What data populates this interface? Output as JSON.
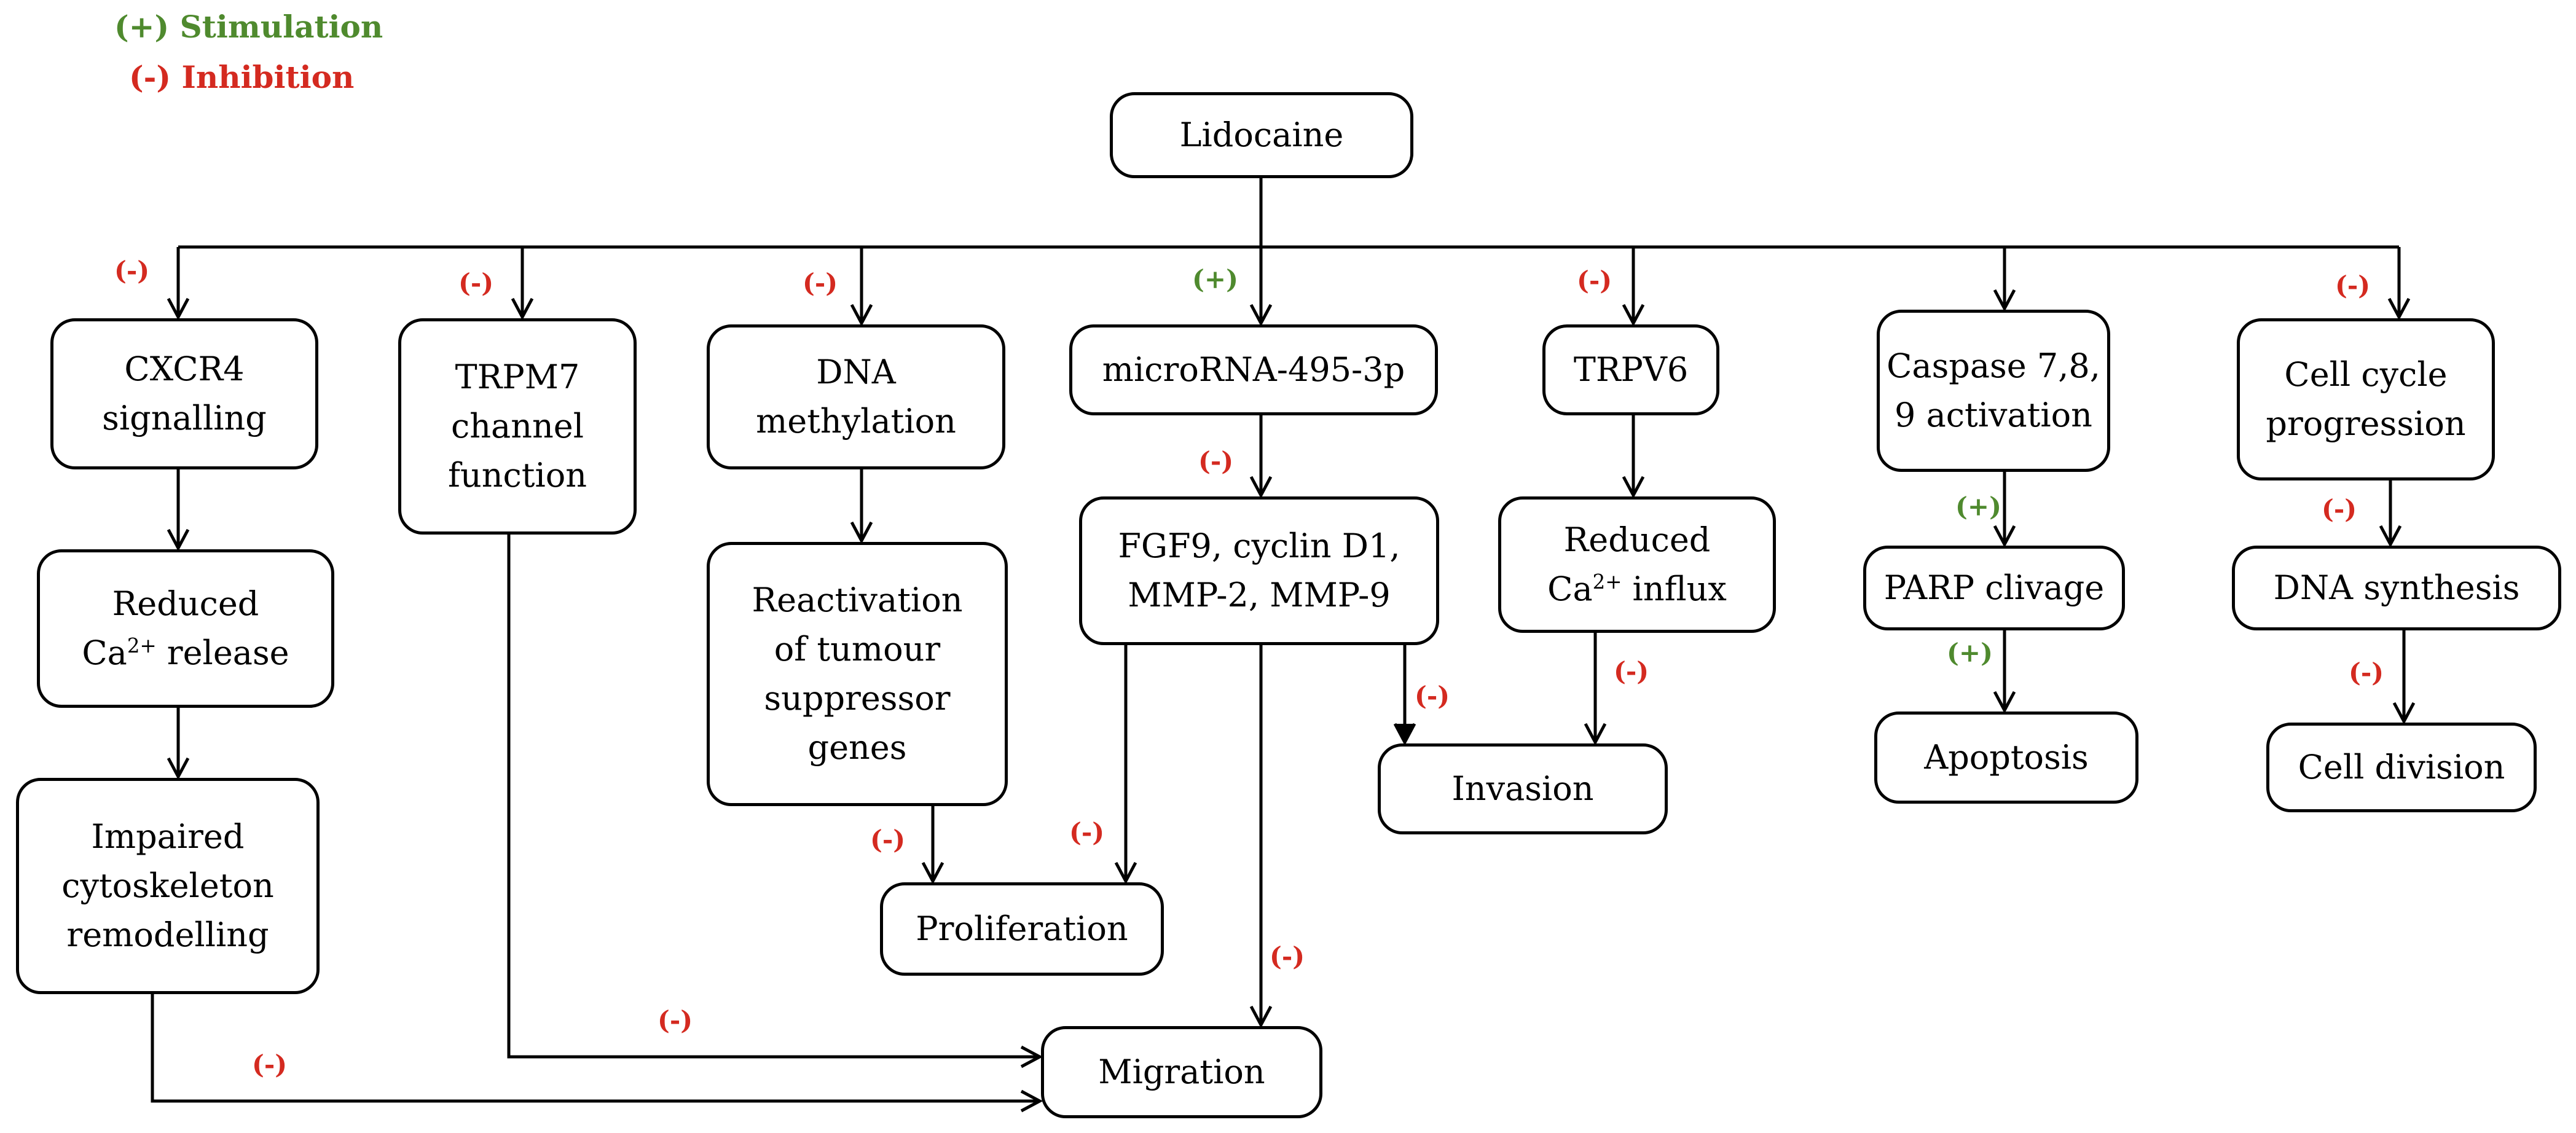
{
  "legend": {
    "stimulation": "(+) Stimulation",
    "inhibition": "(-) Inhibition"
  },
  "colors": {
    "stimulation": "#4f8a2e",
    "inhibition": "#d42a20",
    "line": "#000000"
  },
  "nodes": {
    "lidocaine": [
      "Lidocaine"
    ],
    "cxcr4": [
      "CXCR4",
      "signalling"
    ],
    "reduced_ca_release": [
      "Reduced",
      "Ca|2+| release"
    ],
    "impaired_cytoskeleton": [
      "Impaired",
      "cytoskeleton",
      "remodelling"
    ],
    "trpm7": [
      "TRPM7",
      "channel",
      "function"
    ],
    "dna_methylation": [
      "DNA",
      "methylation"
    ],
    "reactivation": [
      "Reactivation",
      "of tumour",
      "suppressor",
      "genes"
    ],
    "proliferation": [
      "Proliferation"
    ],
    "microrna": [
      "microRNA-495-3p"
    ],
    "fgf9": [
      "FGF9, cyclin D1,",
      "MMP-2, MMP-9"
    ],
    "migration": [
      "Migration"
    ],
    "trpv6": [
      "TRPV6"
    ],
    "reduced_ca_influx": [
      "Reduced",
      "Ca|2+| influx"
    ],
    "invasion": [
      "Invasion"
    ],
    "caspase": [
      "Caspase 7,8,",
      "9 activation"
    ],
    "parp": [
      "PARP clivage"
    ],
    "apoptosis": [
      "Apoptosis"
    ],
    "cell_cycle": [
      "Cell cycle",
      "progression"
    ],
    "dna_synthesis": [
      "DNA synthesis"
    ],
    "cell_division": [
      "Cell division"
    ]
  },
  "signs": {
    "cxcr4": "(-)",
    "trpm7": "(-)",
    "dna_methylation": "(-)",
    "microrna": "(+)",
    "trpv6": "(-)",
    "cell_cycle": "(-)",
    "fgf9": "(-)",
    "reactivation_to_proliferation": "(-)",
    "fgf9_to_proliferation": "(-)",
    "fgf9_to_migration": "(-)",
    "fgf9_to_invasion": "(-)",
    "influx_to_invasion": "(-)",
    "parp": "(+)",
    "apoptosis": "(+)",
    "dna_synthesis": "(-)",
    "cell_division": "(-)",
    "trpm7_to_migration": "(-)",
    "cytoskeleton_to_migration": "(-)"
  }
}
